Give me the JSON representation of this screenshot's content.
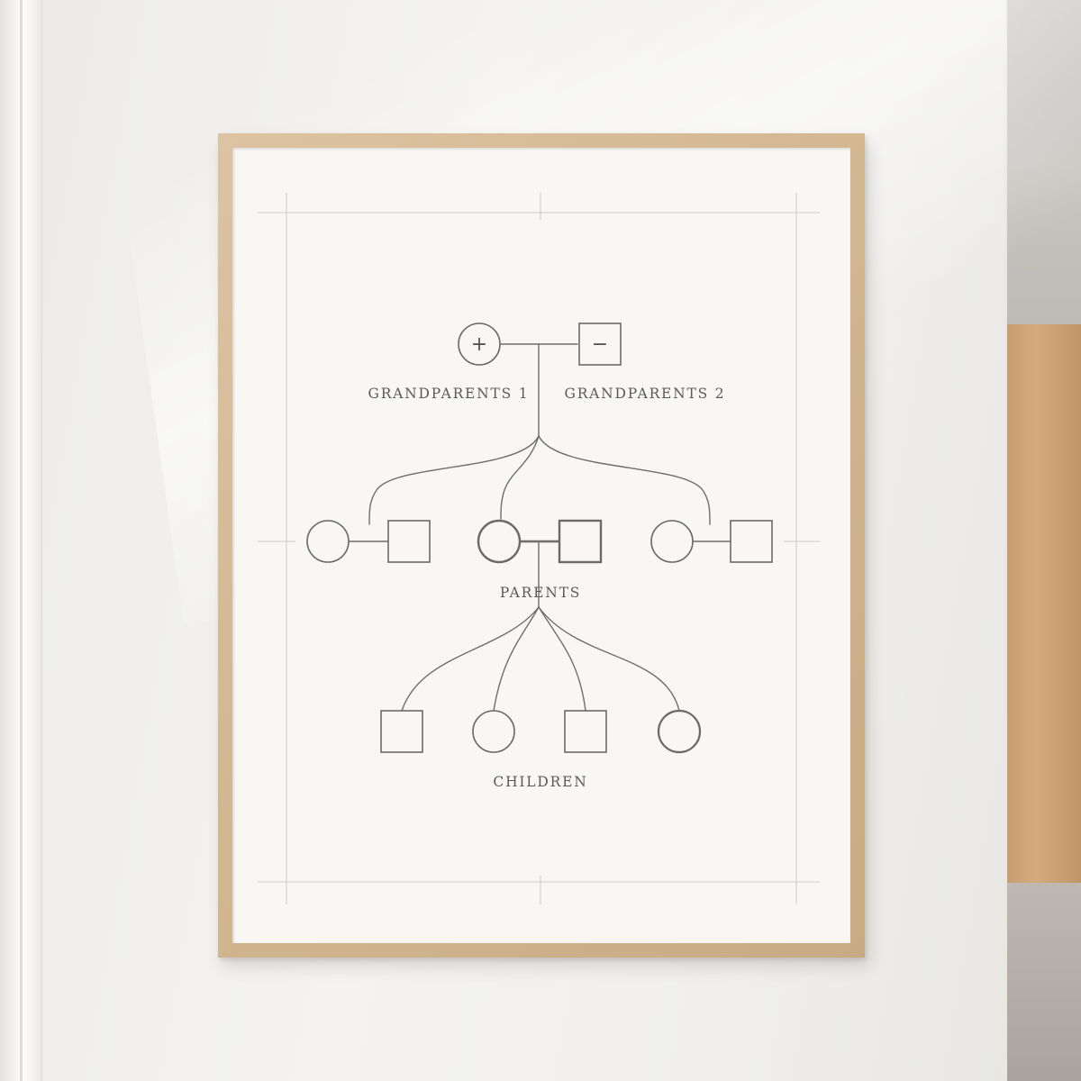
{
  "diagram": {
    "labels": {
      "grandparents_1": "GRANDPARENTS 1",
      "grandparents_2": "GRANDPARENTS 2",
      "parents": "PARENTS",
      "children": "CHILDREN"
    },
    "grandparent_symbols": {
      "circle_sign": "+",
      "square_sign": "−"
    },
    "generations": [
      {
        "name": "grandparents",
        "members": [
          "circle",
          "square"
        ]
      },
      {
        "name": "parents",
        "couples": [
          [
            "circle",
            "square"
          ],
          [
            "circle",
            "square"
          ],
          [
            "circle",
            "square"
          ]
        ]
      },
      {
        "name": "children",
        "members": [
          "square",
          "circle",
          "square",
          "circle"
        ]
      }
    ],
    "colors": {
      "ink": "#6e6e6e",
      "paper": "#f8f7f3",
      "frame": "#d2b690",
      "wall": "#f0efec"
    }
  }
}
